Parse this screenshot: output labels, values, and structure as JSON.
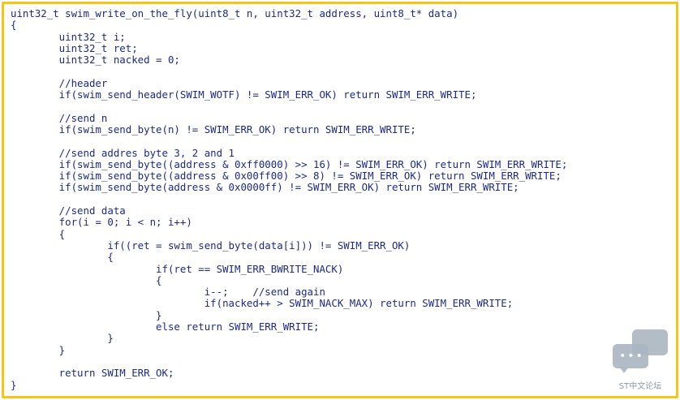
{
  "code": {
    "lines": [
      "uint32_t swim_write_on_the_fly(uint8_t n, uint32_t address, uint8_t* data)",
      "{",
      "        uint32_t i;",
      "        uint32_t ret;",
      "        uint32_t nacked = 0;",
      "",
      "        //header",
      "        if(swim_send_header(SWIM_WOTF) != SWIM_ERR_OK) return SWIM_ERR_WRITE;",
      "",
      "        //send n",
      "        if(swim_send_byte(n) != SWIM_ERR_OK) return SWIM_ERR_WRITE;",
      "",
      "        //send addres byte 3, 2 and 1",
      "        if(swim_send_byte((address & 0xff0000) >> 16) != SWIM_ERR_OK) return SWIM_ERR_WRITE;",
      "        if(swim_send_byte((address & 0x00ff00) >> 8) != SWIM_ERR_OK) return SWIM_ERR_WRITE;",
      "        if(swim_send_byte(address & 0x0000ff) != SWIM_ERR_OK) return SWIM_ERR_WRITE;",
      "",
      "        //send data",
      "        for(i = 0; i < n; i++)",
      "        {",
      "                if((ret = swim_send_byte(data[i])) != SWIM_ERR_OK)",
      "                {",
      "                        if(ret == SWIM_ERR_BWRITE_NACK)",
      "                        {",
      "                                i--;    //send again",
      "                                if(nacked++ > SWIM_NACK_MAX) return SWIM_ERR_WRITE;",
      "                        }",
      "                        else return SWIM_ERR_WRITE;",
      "                }",
      "        }",
      "",
      "        return SWIM_ERR_OK;",
      "}"
    ]
  },
  "watermark": {
    "text": "ST中文论坛",
    "icon": "chat-bubbles-icon"
  },
  "colors": {
    "border": "#f5c518",
    "code_text": "#1b2a8a",
    "watermark": "#9aa7b3"
  }
}
